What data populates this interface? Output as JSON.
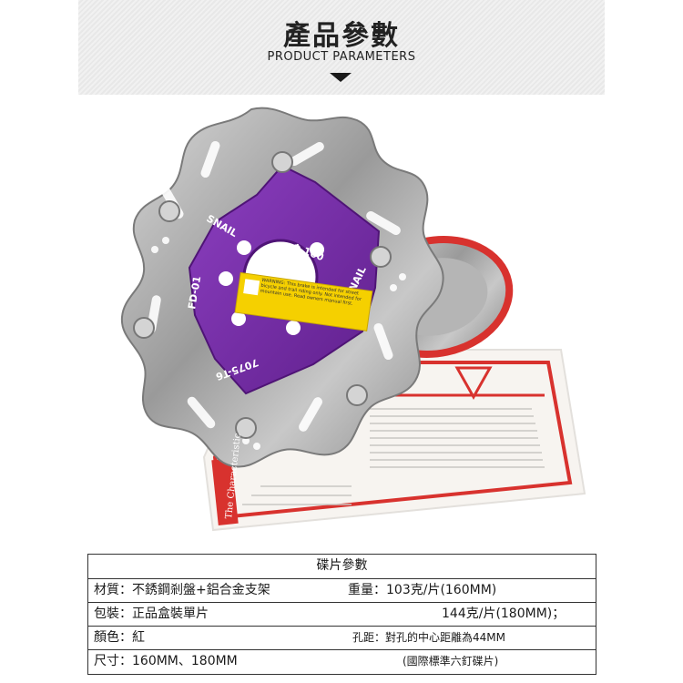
{
  "header": {
    "title": "產品參數",
    "subtitle": "PRODUCT PARAMETERS"
  },
  "product_image": {
    "rotor_markings": [
      "SNAIL",
      "FD-01",
      "Φ 160",
      "7075-T6",
      "SNAIL"
    ],
    "warning_label": "WARNING: This brake is intended for street bicycle and trail riding only. Not intended for mountain use. Read owners manual first.",
    "card_heading": "The Characteristic",
    "colors": {
      "rotor_steel": "#a9a9a9",
      "spider_purple": "#7a2fa8",
      "warning_yellow": "#f5d000",
      "card_red": "#d8322e"
    }
  },
  "spec_table": {
    "title": "碟片參數",
    "rows": [
      {
        "left": "材質：不銹鋼剎盤+鋁合金支架",
        "right": "重量：103克/片(160MM)"
      },
      {
        "left": "包裝：正品盒裝單片",
        "right": "144克/片(180MM)；"
      },
      {
        "left": "顏色：紅",
        "right": "孔距：對孔的中心距離為44MM"
      },
      {
        "left": "尺寸：160MM、180MM",
        "right": "(國際標準六釘碟片)"
      }
    ]
  }
}
